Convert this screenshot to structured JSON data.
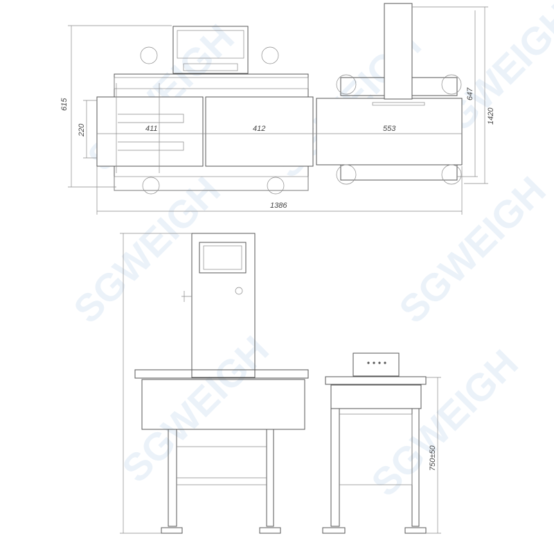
{
  "watermark": "SGWEIGH",
  "top_view": {
    "dimensions": {
      "overall_height": "615",
      "belt_width": "220",
      "infeed_length": "411",
      "weigh_length": "412",
      "reject_length": "553",
      "reject_width": "647",
      "total_height": "1420",
      "overall_length": "1386"
    }
  },
  "side_view": {
    "dimensions": {
      "conveyor_height": "750±50"
    }
  },
  "colors": {
    "line": "#555555",
    "watermark": "#dbe8f5"
  }
}
